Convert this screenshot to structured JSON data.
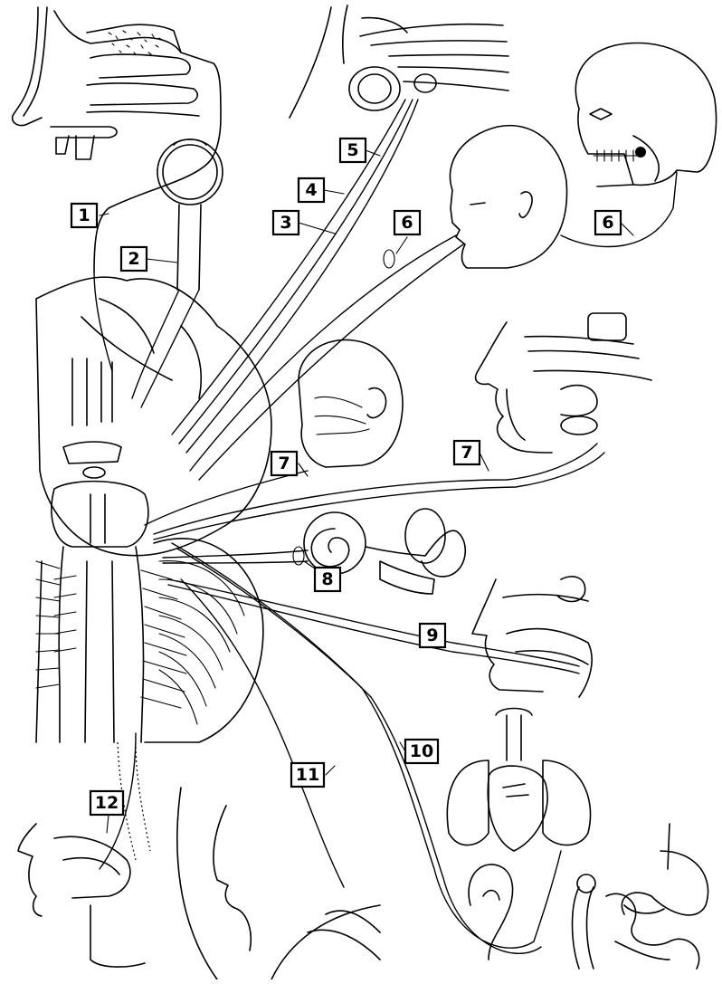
{
  "labels": [
    "1",
    "2",
    "3",
    "4",
    "5",
    "6",
    "6",
    "7",
    "7",
    "8",
    "9",
    "10",
    "11",
    "12"
  ]
}
